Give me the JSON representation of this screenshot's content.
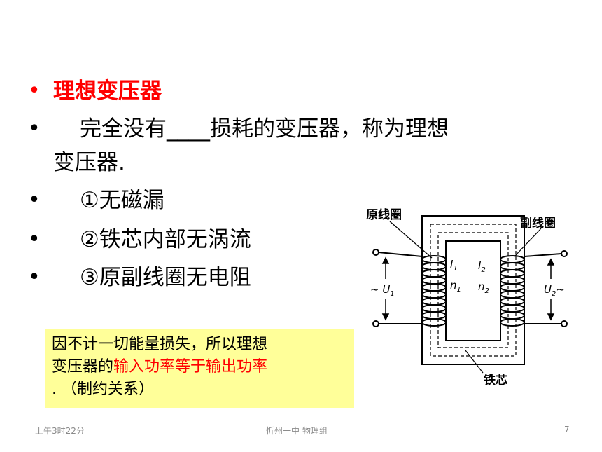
{
  "title": "理想变压器",
  "bullet_char": "•",
  "items": [
    "完全没有____损耗的变压器，称为理想",
    "变压器.",
    "①无磁漏",
    "②铁芯内部无涡流",
    "③原副线圈无电阻"
  ],
  "note": {
    "line1": "因不计一切能量损失，所以理想",
    "line2_prefix": "变压器的",
    "line2_highlight": "输入功率等于输出功率",
    "line3": ". （制约关系）"
  },
  "diagram": {
    "primary_label": "原线圈",
    "secondary_label": "副线圈",
    "core_label": "铁芯",
    "I1": "I",
    "I1_sub": "1",
    "I2": "I",
    "I2_sub": "2",
    "n1": "n",
    "n1_sub": "1",
    "n2": "n",
    "n2_sub": "2",
    "U1": "~ U",
    "U1_sub": "1",
    "U2": "U",
    "U2_sub": "2",
    "U2_suffix": "~"
  },
  "footer": {
    "time": "上午3时22分",
    "org": "忻州一中 物理组",
    "page": "7"
  }
}
